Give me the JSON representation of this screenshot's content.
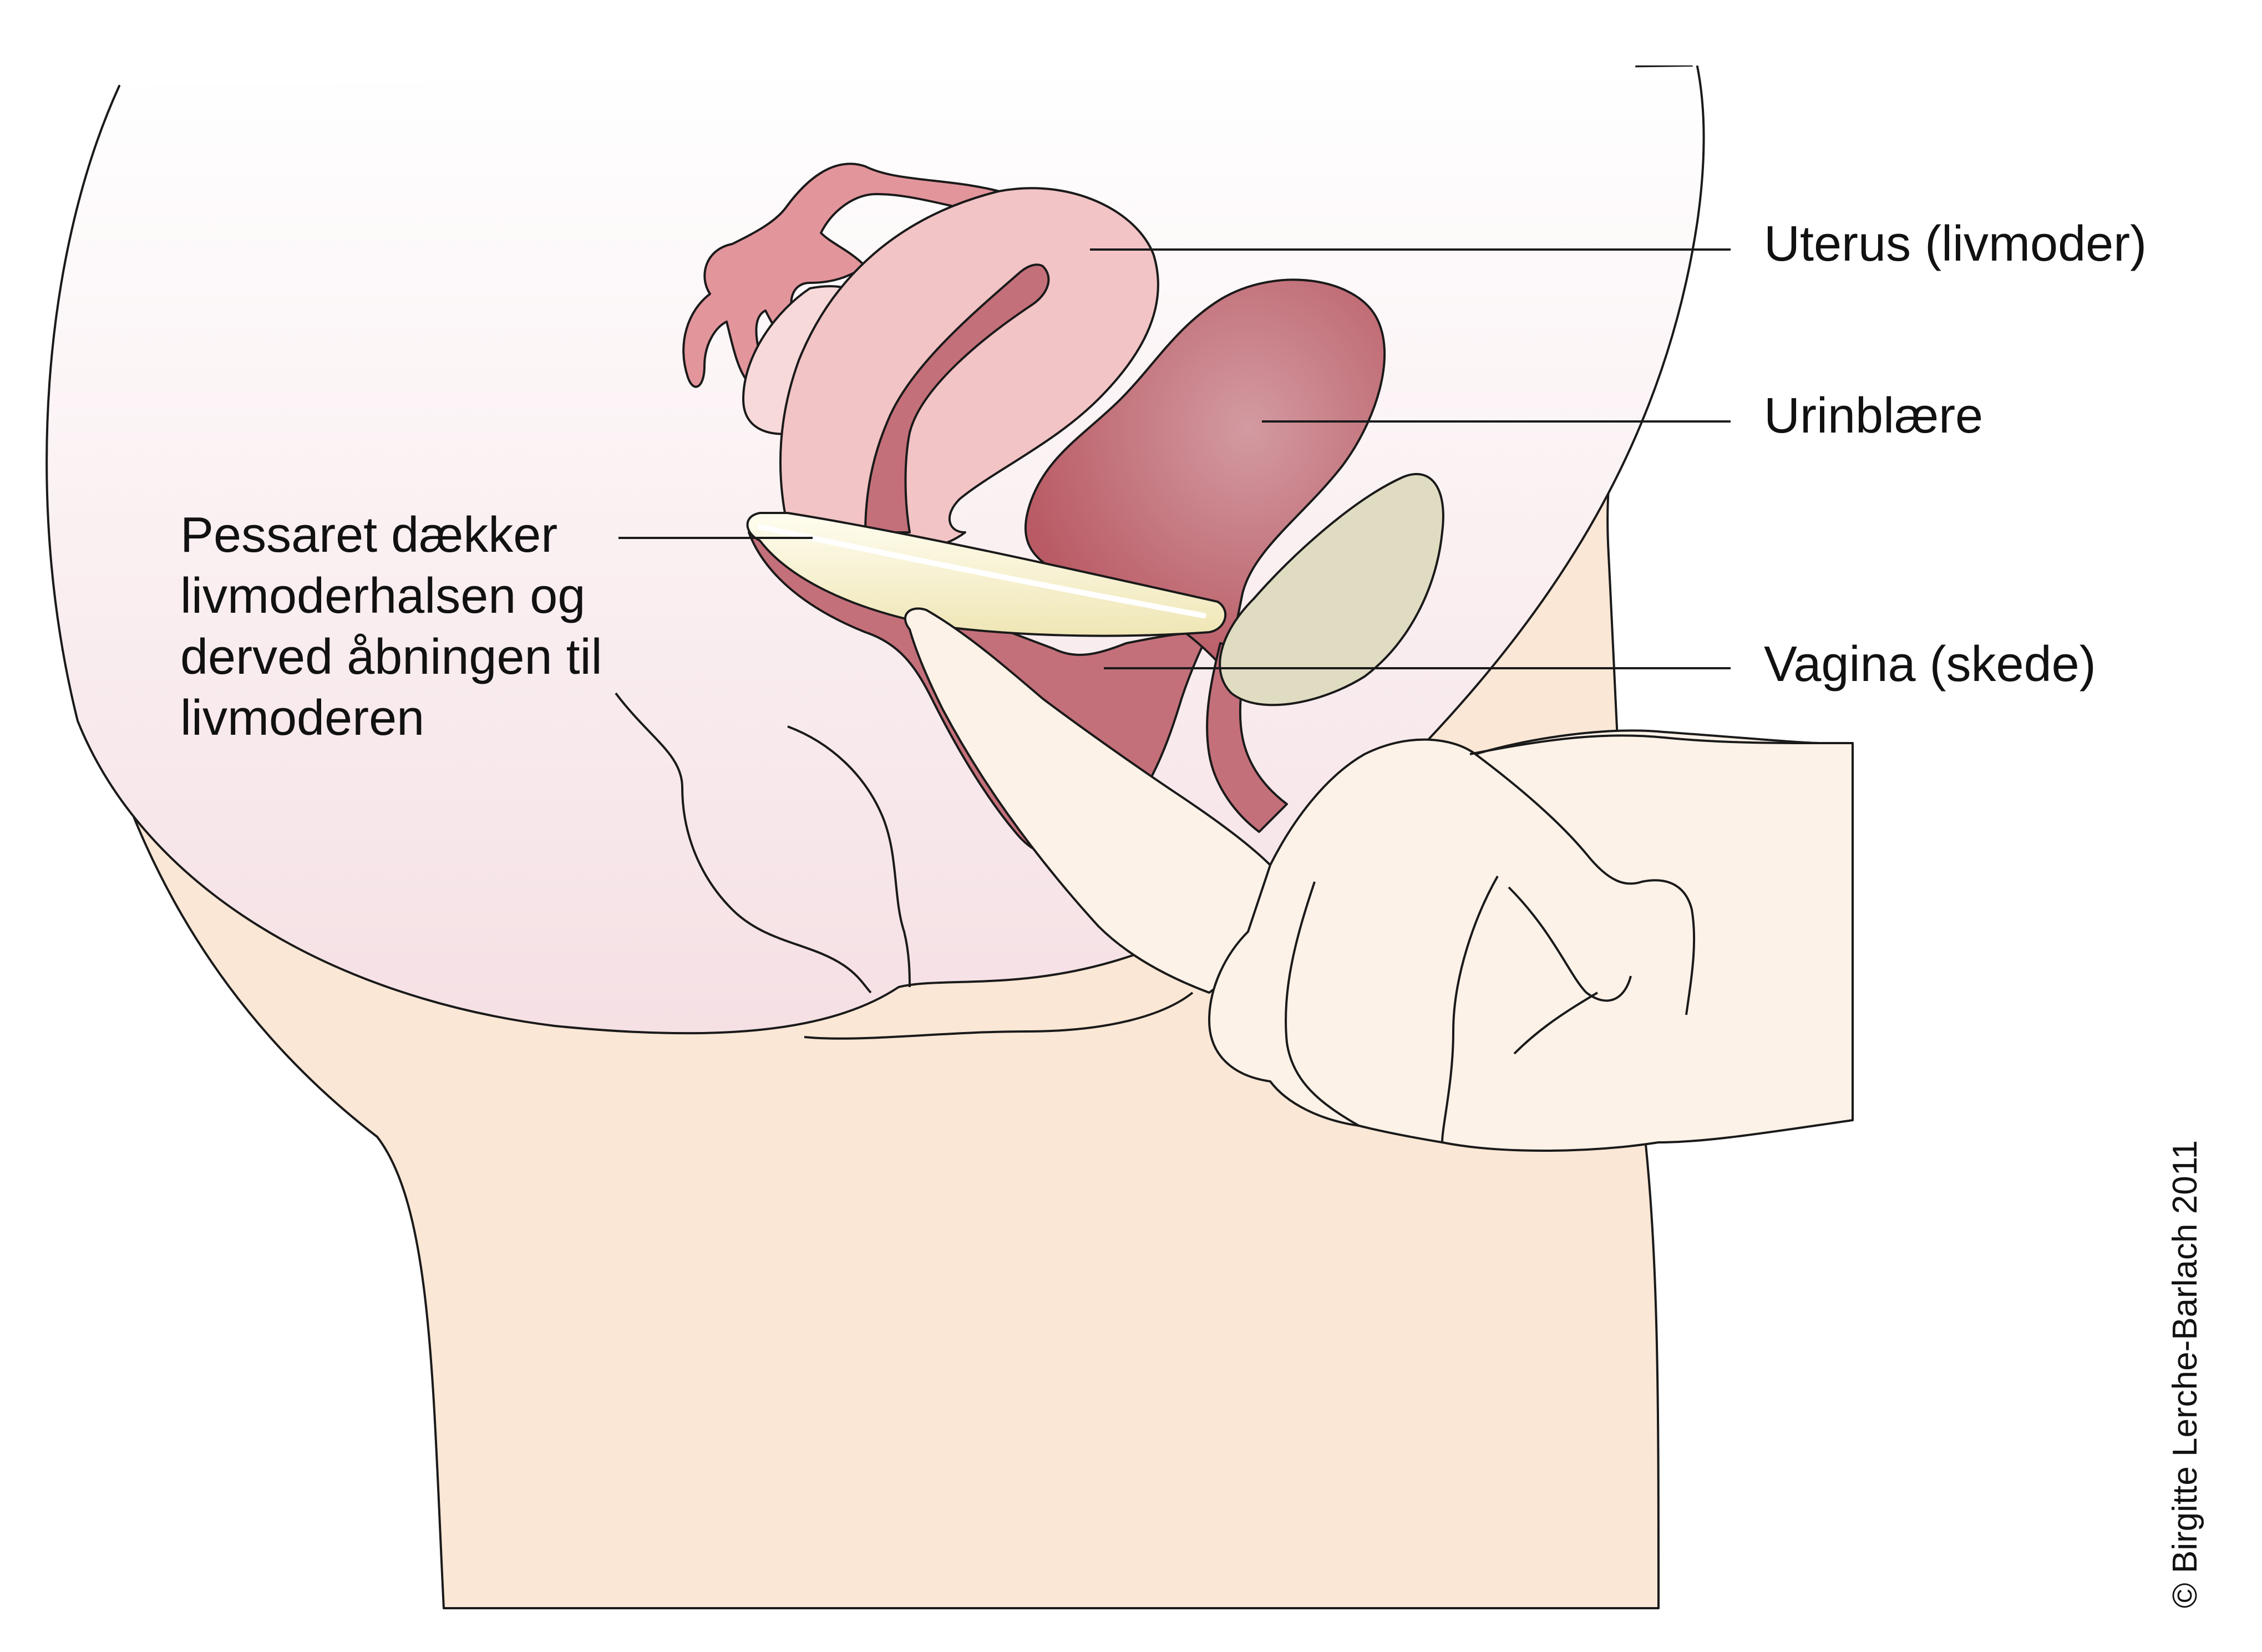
{
  "labels": {
    "uterus": "Uterus (livmoder)",
    "bladder": "Urinblære",
    "vagina": "Vagina (skede)",
    "pessary": [
      "Pessaret dækker",
      "livmoderhalsen og",
      "derved åbningen til",
      "livmoderen"
    ]
  },
  "copyright": "© Birgitte Lerche-Barlach 2011",
  "colors": {
    "skin": "#fbe7d6",
    "pelvis": "#f7e6ea",
    "uterus": "#f2c4c6",
    "tube": "#e3959c",
    "organ_dark": "#b95a64",
    "organ_light": "#d39aa1",
    "pessary": "#f6f0c8",
    "rectum": "#e0dcc2",
    "hand": "#fdf2e8"
  }
}
